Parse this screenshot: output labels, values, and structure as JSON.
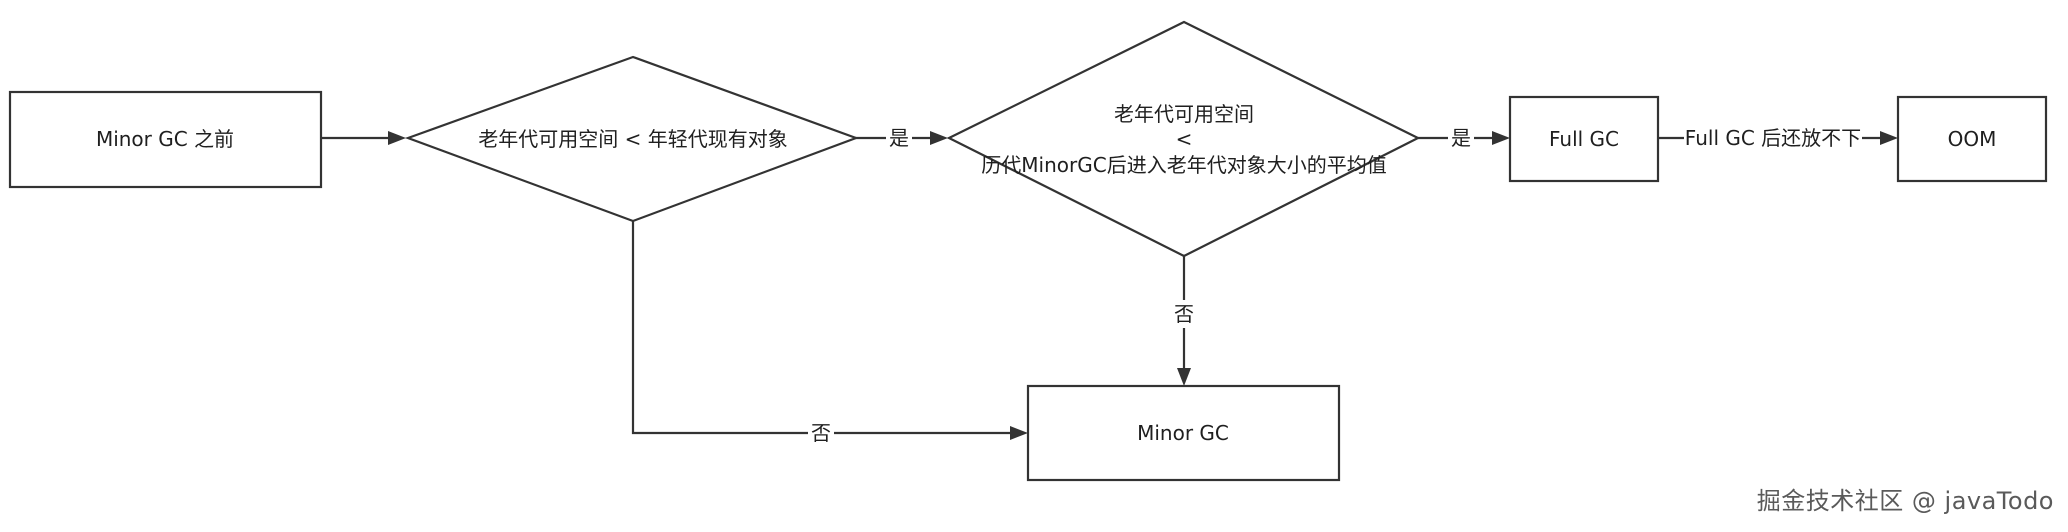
{
  "nodes": {
    "start": "Minor GC 之前",
    "decision1": "老年代可用空间 < 年轻代现有对象",
    "decision2_line1": "老年代可用空间",
    "decision2_line2": "<",
    "decision2_line3": "历代MinorGC后进入老年代对象大小的平均值",
    "full_gc": "Full GC",
    "oom": "OOM",
    "minor_gc": "Minor GC"
  },
  "edges": {
    "d1_to_d2": "是",
    "d2_to_fullgc": "是",
    "fullgc_to_oom": "Full GC 后还放不下",
    "d2_to_minorgc": "否",
    "d1_to_minorgc": "否"
  },
  "watermark": "掘金技术社区 @ javaTodo",
  "colors": {
    "stroke": "#333333",
    "text": "#1f1f1f",
    "background": "#ffffff"
  }
}
